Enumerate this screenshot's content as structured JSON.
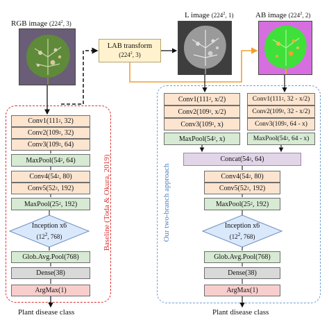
{
  "inputs": {
    "rgb": {
      "name": "RGB image",
      "dims": "(224",
      "sup": "2",
      "rest": ", 3)"
    },
    "l": {
      "name": "L image",
      "dims": "(224",
      "sup": "2",
      "rest": ", 1)"
    },
    "ab": {
      "name": "AB image",
      "dims": "(224",
      "sup": "2",
      "rest": ", 2)"
    }
  },
  "lab_transform": {
    "title": "LAB transform",
    "dims": "(224",
    "sup": "2",
    "rest": ", 3)"
  },
  "baseline": {
    "label": "Baseline (Toda & Okura, 2019)",
    "layers": [
      {
        "name": "Conv1",
        "pre": " (111",
        "sup": "2",
        "post": ", 32)"
      },
      {
        "name": "Conv2",
        "pre": " (109",
        "sup": "2",
        "post": ", 32)"
      },
      {
        "name": "Conv3",
        "pre": " (109",
        "sup": "2",
        "post": ", 64)"
      },
      {
        "name": "MaxPool",
        "pre": " (54",
        "sup": "2",
        "post": ", 64)"
      },
      {
        "name": "Conv4",
        "pre": " (54",
        "sup": "2",
        "post": ", 80)"
      },
      {
        "name": "Conv5",
        "pre": " (52",
        "sup": "2",
        "post": ", 192)"
      },
      {
        "name": "MaxPool",
        "pre": " (25",
        "sup": "2",
        "post": ", 192)"
      },
      {
        "name": "Inception x6",
        "pre": "(12",
        "sup": "2",
        "post": ", 768)"
      },
      {
        "name": "Glob.Avg.Pool",
        "pre": " (768)",
        "sup": "",
        "post": ""
      },
      {
        "name": "Dense",
        "pre": " (38)",
        "sup": "",
        "post": ""
      },
      {
        "name": "ArgMax",
        "pre": " (1)",
        "sup": "",
        "post": ""
      }
    ],
    "output": "Plant disease class"
  },
  "two_branch": {
    "label": "Our two-branch approach",
    "l_branch": [
      {
        "name": "Conv1",
        "pre": " (111",
        "sup": "2",
        "post": ", x/2)"
      },
      {
        "name": "Conv2",
        "pre": " (109",
        "sup": "2",
        "post": ", x/2)"
      },
      {
        "name": "Conv3",
        "pre": " (109",
        "sup": "2",
        "post": ", x)"
      },
      {
        "name": "MaxPool",
        "pre": " (54",
        "sup": "2",
        "post": ", x)"
      }
    ],
    "ab_branch": [
      {
        "name": "Conv1",
        "pre": " (111",
        "sup": "2",
        "post": ", 32 - x/2)"
      },
      {
        "name": "Conv2",
        "pre": " (109",
        "sup": "2",
        "post": ", 32 - x/2)"
      },
      {
        "name": "Conv3",
        "pre": " (109",
        "sup": "2",
        "post": ", 64 - x)"
      },
      {
        "name": "MaxPool",
        "pre": " (54",
        "sup": "2",
        "post": ", 64 - x)"
      }
    ],
    "concat": {
      "name": "Concat",
      "pre": " (54",
      "sup": "2",
      "post": ", 64)"
    },
    "layers": [
      {
        "name": "Conv4",
        "pre": " (54",
        "sup": "2",
        "post": ", 80)"
      },
      {
        "name": "Conv5",
        "pre": " (52",
        "sup": "2",
        "post": ", 192)"
      },
      {
        "name": "MaxPool",
        "pre": " (25",
        "sup": "2",
        "post": ", 192)"
      },
      {
        "name": "Inception x6",
        "pre": "(12",
        "sup": "2",
        "post": ", 768)"
      },
      {
        "name": "Glob.Avg.Pool",
        "pre": " (768)",
        "sup": "",
        "post": ""
      },
      {
        "name": "Dense",
        "pre": " (38)",
        "sup": "",
        "post": ""
      },
      {
        "name": "ArgMax",
        "pre": " (1)",
        "sup": "",
        "post": ""
      }
    ],
    "output": "Plant disease class"
  },
  "colors": {
    "baseline_border": "#d92d2d",
    "two_branch_border": "#6b9fd4",
    "lab_to_ab_arrow": "#f0a030",
    "conv_fill": "#fce4cf",
    "pool_fill": "#d7ead3",
    "concat_fill": "#e1d5e7",
    "inception_fill": "#dae8fc"
  }
}
